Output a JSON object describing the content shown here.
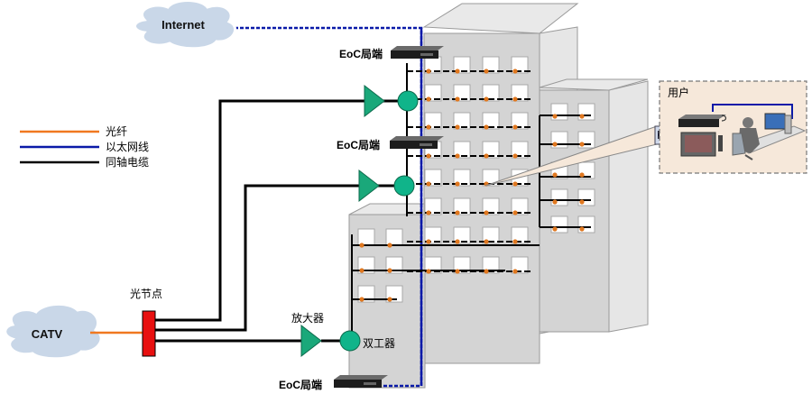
{
  "clouds": {
    "internet": "Internet",
    "catv": "CATV"
  },
  "legend": {
    "fiber": "光纤",
    "ethernet": "以太网线",
    "coax": "同轴电缆"
  },
  "labels": {
    "optical_node": "光节点",
    "amplifier": "放大器",
    "diplexer": "双工器",
    "user": "用户",
    "eoc_headend_top": "EoC局端",
    "eoc_headend_mid": "EoC局端",
    "eoc_headend_bottom": "EoC局端"
  },
  "colors": {
    "fiber": "#f07820",
    "ethernet": "#0a1aa8",
    "coax": "#000000",
    "amplifier": "#1aa87a",
    "diplexer": "#10b48a",
    "optical_node": "#e81010",
    "building": "#d4d4d4",
    "user_box": "#f6e8da"
  }
}
